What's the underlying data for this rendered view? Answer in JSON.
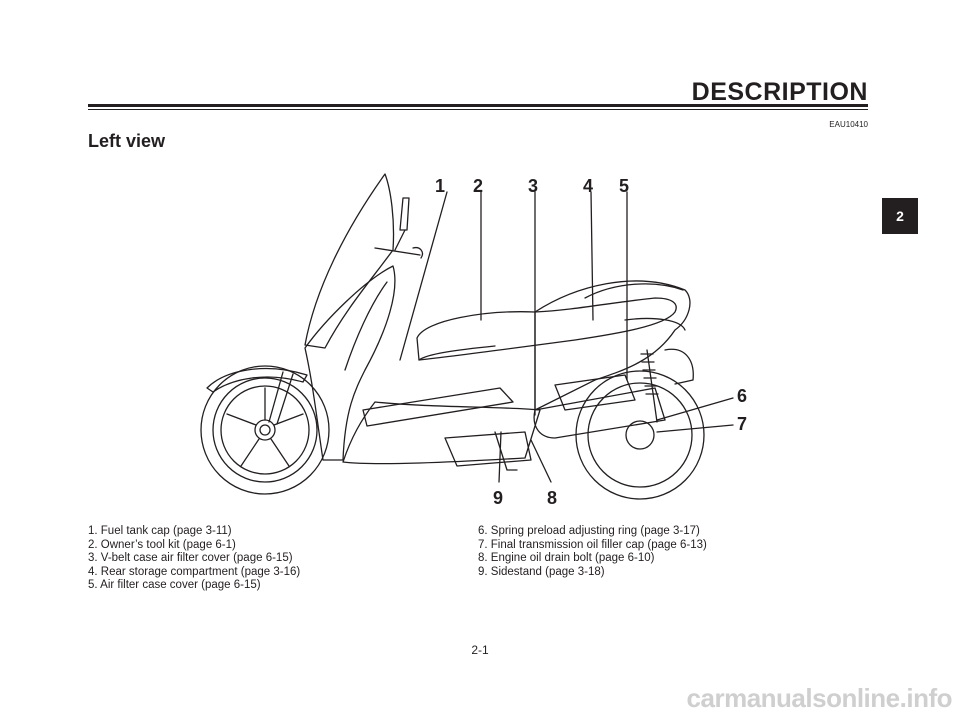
{
  "header": {
    "title": "DESCRIPTION",
    "code": "EAU10410"
  },
  "section": {
    "title": "Left view"
  },
  "tab": {
    "label": "2"
  },
  "figure": {
    "callouts": [
      "1",
      "2",
      "3",
      "4",
      "5",
      "6",
      "7",
      "8",
      "9"
    ]
  },
  "legend": {
    "left": [
      "1. Fuel tank cap (page 3-11)",
      "2. Owner’s tool kit (page 6-1)",
      "3. V-belt case air filter cover (page 6-15)",
      "4. Rear storage compartment (page 3-16)",
      "5. Air filter case cover (page 6-15)"
    ],
    "right": [
      "6. Spring preload adjusting ring (page 3-17)",
      "7. Final transmission oil filler cap (page 6-13)",
      "8. Engine oil drain bolt (page 6-10)",
      "9. Sidestand (page 3-18)"
    ]
  },
  "footer": {
    "page": "2-1"
  },
  "watermark": {
    "text": "carmanualsonline.info"
  }
}
